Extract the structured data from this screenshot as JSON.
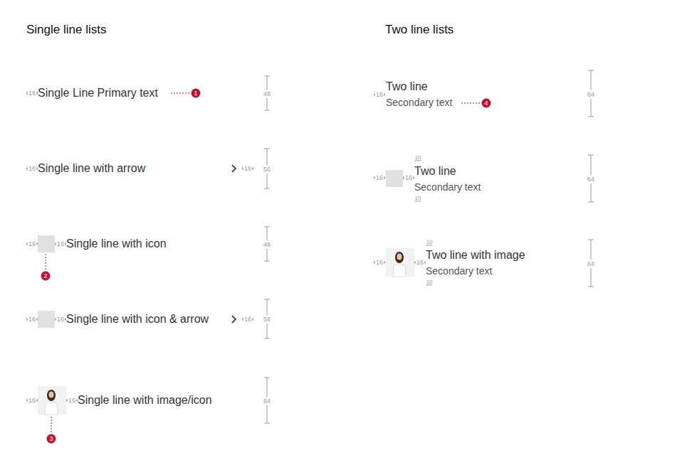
{
  "diagram": {
    "labels": [
      "Single line lists",
      "Two line lists",
      "16",
      "Single Line Primary text",
      "1",
      "48",
      "16",
      "Single line with arrow",
      "16",
      "56",
      "16",
      "16",
      "Single line with icon",
      "2",
      "48",
      "16",
      "16",
      "Single line with icon & arrow",
      "16",
      "56",
      "16",
      "16",
      "Single line with image/icon",
      "3",
      "64",
      "16",
      "Two line",
      "Secondary text",
      "4",
      "64",
      "16",
      "16",
      "10",
      "Two line",
      "Secondary text",
      "10",
      "64",
      "16",
      "16",
      "10",
      "Two line with image",
      "Secondary text",
      "10",
      "64"
    ]
  }
}
